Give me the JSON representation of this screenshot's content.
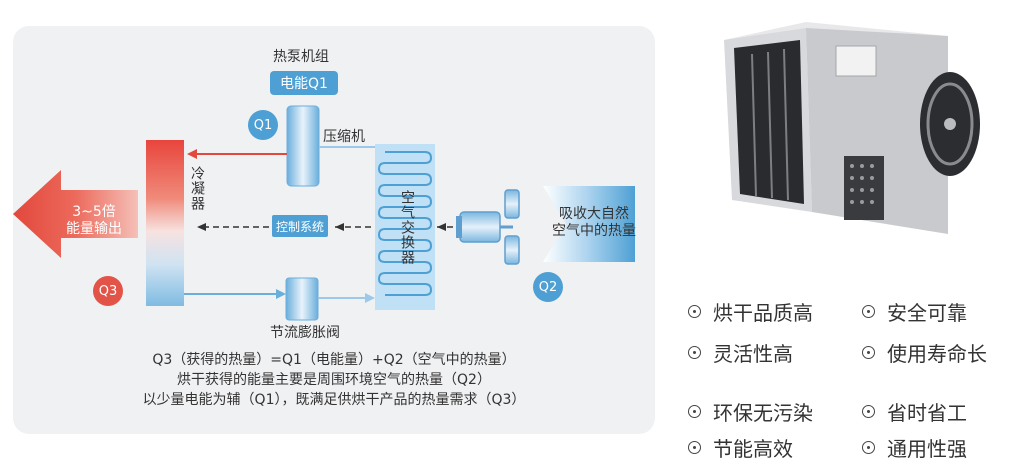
{
  "diagram": {
    "unit_title": "热泵机组",
    "power_box": "电能Q1",
    "compressor": "压缩机",
    "condenser": "冷凝器",
    "control_system": "控制系统",
    "expansion_valve": "节流膨胀阀",
    "air_exchanger": "空气交换器",
    "output_arrow": [
      "3~5倍",
      "能量输出"
    ],
    "input_arrow": [
      "吸收大自然",
      "空气中的热量"
    ],
    "q1": "Q1",
    "q2": "Q2",
    "q3": "Q3",
    "colors": {
      "hot": "#e8453c",
      "cold": "#4ea0d4",
      "panel": "#f0f1f3"
    }
  },
  "captions": [
    "Q3（获得的热量）=Q1（电能量）+Q2（空气中的热量）",
    "烘干获得的能量主要是周围环境空气的热量（Q2）",
    "以少量电能为辅（Q1），既满足供烘干产品的热量需求（Q3）"
  ],
  "features": [
    "烘干品质高",
    "安全可靠",
    "灵活性高",
    "使用寿命长",
    "环保无污染",
    "省时省工",
    "节能高效",
    "通用性强"
  ],
  "icons": {
    "feature_bullet": "circle-dot-icon",
    "product": "heat-pump-dryer-image"
  }
}
